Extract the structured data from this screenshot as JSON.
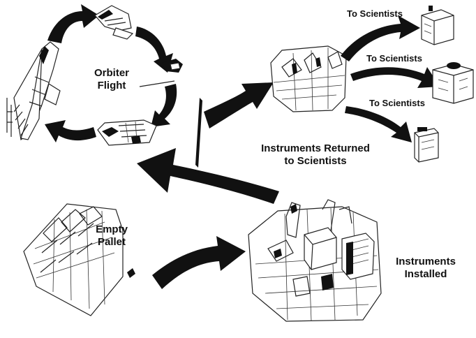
{
  "labels": {
    "orbiter_flight_line1": "Orbiter",
    "orbiter_flight_line2": "Flight",
    "to_scientists_1": "To Scientists",
    "to_scientists_2": "To Scientists",
    "to_scientists_3": "To Scientists",
    "instruments_returned_line1": "Instruments Returned",
    "instruments_returned_line2": "to Scientists",
    "empty_pallet_line1": "Empty",
    "empty_pallet_line2": "Pallet",
    "instruments_installed_line1": "Instruments",
    "instruments_installed_line2": "Installed"
  },
  "colors": {
    "arrow": "#111111",
    "line": "#222222",
    "background": "#ffffff"
  }
}
